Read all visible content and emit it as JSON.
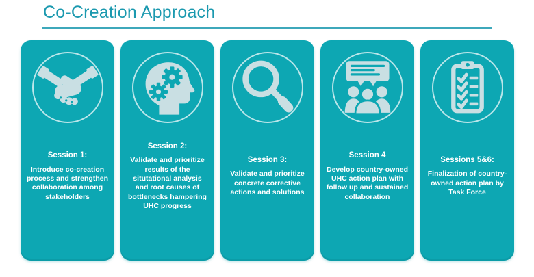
{
  "title": "Co-Creation Approach",
  "colors": {
    "accent": "#0da7b3",
    "icon_fill": "#c9dfe3",
    "title_color": "#1b99af",
    "card_text": "#ffffff"
  },
  "cards": [
    {
      "icon": "handshake-icon",
      "heading": "Session 1:",
      "body": "Introduce co-creation process and strengthen collaboration among stakeholders"
    },
    {
      "icon": "head-gears-icon",
      "heading": "Session 2:",
      "body": "Validate and prioritize results of the situtational analysis and root causes of bottlenecks hampering UHC progress"
    },
    {
      "icon": "magnifier-icon",
      "heading": "Session 3:",
      "body": "Validate and prioritize concrete corrective actions and solutions"
    },
    {
      "icon": "discussion-icon",
      "heading": "Session 4",
      "body": "Develop country-owned UHC action plan with follow up and sustained collaboration"
    },
    {
      "icon": "checklist-icon",
      "heading": "Sessions 5&6:",
      "body": "Finalization of country-owned action plan by Task Force"
    }
  ]
}
